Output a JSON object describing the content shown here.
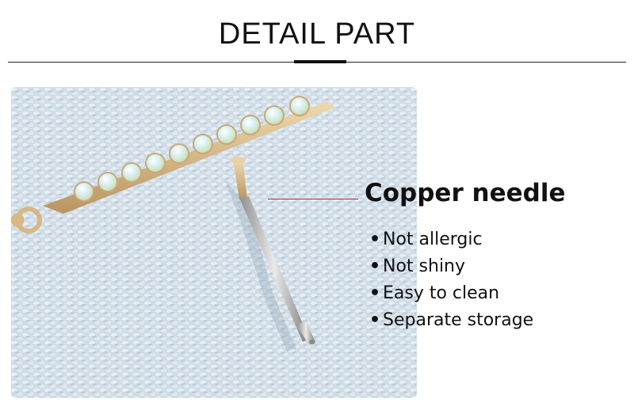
{
  "title": "DETAIL PART",
  "callout": {
    "heading": "Copper needle",
    "bullet_glyph": "•",
    "features": [
      "Not allergic",
      "Not shiny",
      "Easy to clean",
      "Separate storage"
    ]
  },
  "colors": {
    "pointer_line": "#c8283c",
    "background_fabric": "#c7d6e2",
    "metal_gold": "#d6b98a"
  }
}
